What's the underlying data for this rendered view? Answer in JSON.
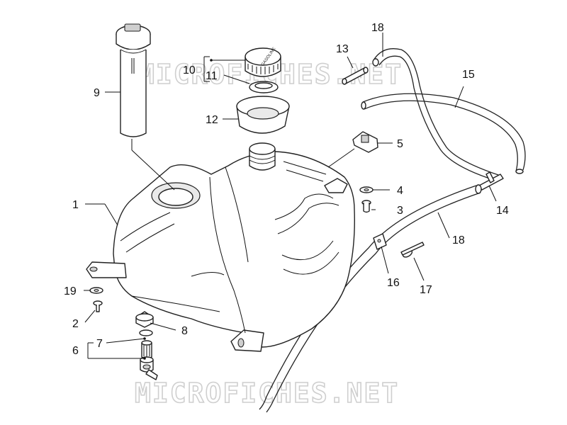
{
  "watermark": {
    "top": "MICROFICHES.NET",
    "bottom": "MICROFICHES.NET"
  },
  "callouts": [
    {
      "id": "1",
      "text": "1"
    },
    {
      "id": "2",
      "text": "2"
    },
    {
      "id": "3",
      "text": "3"
    },
    {
      "id": "4",
      "text": "4"
    },
    {
      "id": "5",
      "text": "5"
    },
    {
      "id": "6",
      "text": "6"
    },
    {
      "id": "7",
      "text": "7"
    },
    {
      "id": "8",
      "text": "8"
    },
    {
      "id": "9",
      "text": "9"
    },
    {
      "id": "10",
      "text": "10"
    },
    {
      "id": "11",
      "text": "11"
    },
    {
      "id": "12",
      "text": "12"
    },
    {
      "id": "13",
      "text": "13"
    },
    {
      "id": "14",
      "text": "14"
    },
    {
      "id": "15",
      "text": "15"
    },
    {
      "id": "16",
      "text": "16"
    },
    {
      "id": "17",
      "text": "17"
    },
    {
      "id": "18a",
      "text": "18"
    },
    {
      "id": "18b",
      "text": "18"
    },
    {
      "id": "19",
      "text": "19"
    }
  ],
  "cap_logo_text": "GASOLINE"
}
